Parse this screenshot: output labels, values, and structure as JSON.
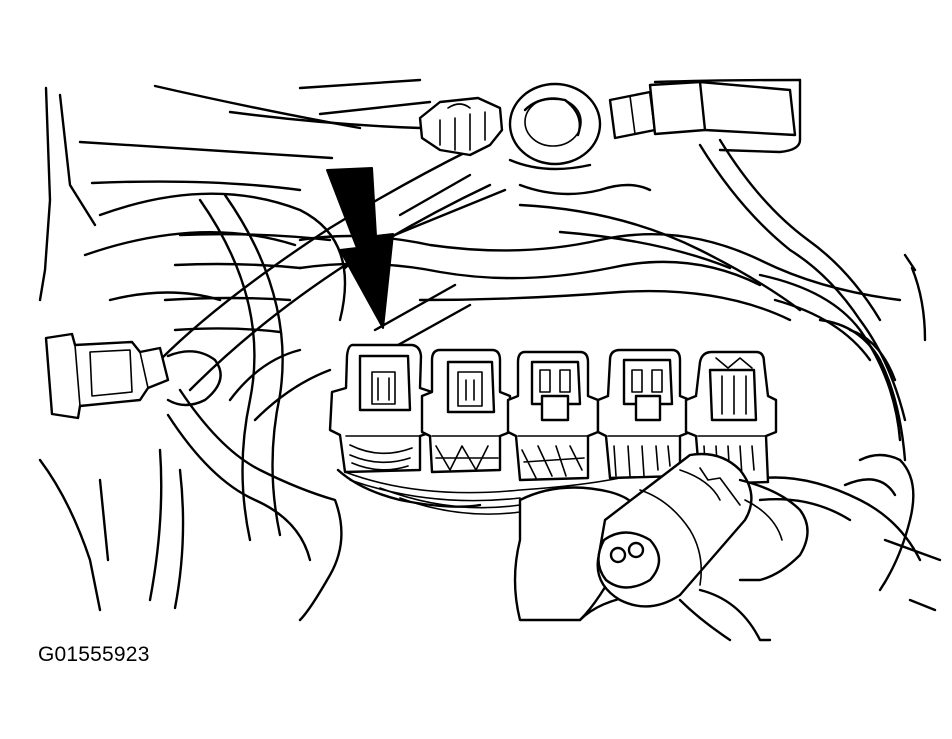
{
  "figure": {
    "code": "G01555923"
  },
  "connectors": [
    {
      "id": 1
    },
    {
      "id": 2
    },
    {
      "id": 3
    },
    {
      "id": 4
    },
    {
      "id": 5
    }
  ]
}
